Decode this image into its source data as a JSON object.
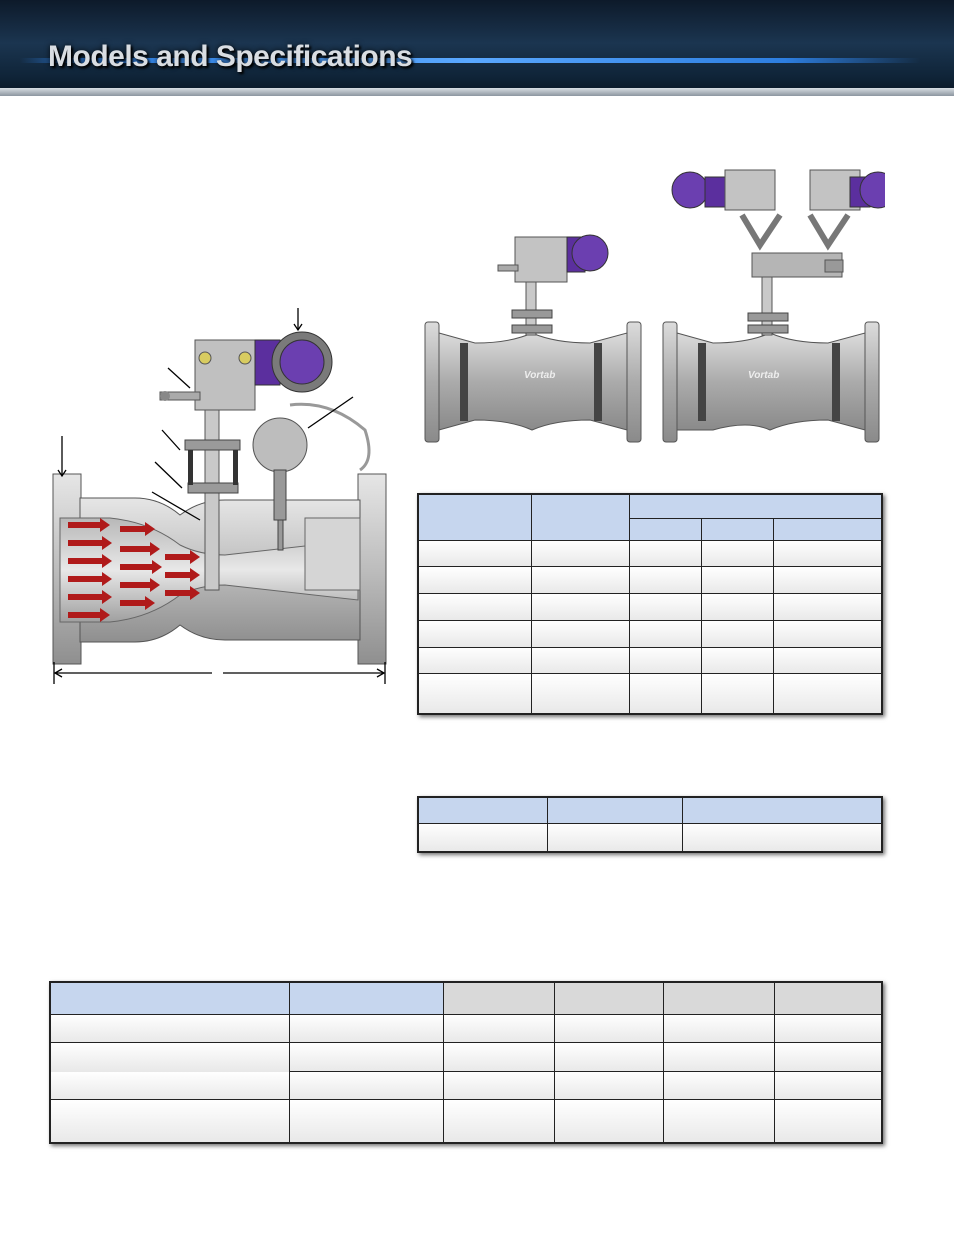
{
  "banner": {
    "title": "Models and Specifications"
  },
  "colors": {
    "banner_dark": "#0f2438",
    "banner_rule": "#2d7ee0",
    "table_header": "#c6d6ee",
    "flow_arrow": "#b01a1a",
    "transmitter_cap": "#5b2f9e",
    "pipe_body": "#c8c8c8"
  },
  "figures": {
    "cutaway": {
      "icons": [
        "flow-meter-cutaway-icon",
        "flow-arrow-icon",
        "dp-transmitter-icon",
        "temperature-probe-icon"
      ]
    },
    "meter_single": {
      "logo_text": "Vortab"
    },
    "meter_dual": {
      "logo_text": "Vortab"
    }
  },
  "tables": {
    "table1": {
      "rows": 6,
      "cols": 5
    },
    "table2": {
      "rows": 1,
      "cols": 3
    },
    "table3": {
      "rows": 4,
      "cols": 6
    }
  }
}
